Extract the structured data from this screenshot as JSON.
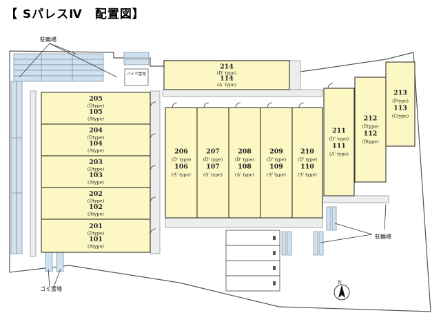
{
  "title": "【 SパレスⅣ　配置図】",
  "labels": {
    "bike_parking": "駐輪場",
    "motorbike_parking": "バイク置場",
    "trash": "ゴミ置場"
  },
  "units": [
    {
      "lines": [
        "205",
        "(Dtype)",
        "105",
        "(Atype)"
      ]
    },
    {
      "lines": [
        "204",
        "(Dtype)",
        "104",
        "(Atype)"
      ]
    },
    {
      "lines": [
        "203",
        "(Dtype)",
        "103",
        "(Atype)"
      ]
    },
    {
      "lines": [
        "202",
        "(Dtype)",
        "102",
        "(Atype)"
      ]
    },
    {
      "lines": [
        "201",
        "(Dtype)",
        "101",
        "(Atype)"
      ]
    },
    {
      "lines": [
        "214",
        "(D' type)",
        "114",
        "(A' type)"
      ]
    },
    {
      "lines": [
        "206",
        "(D' type)",
        "106",
        "(A' type)"
      ]
    },
    {
      "lines": [
        "207",
        "(D' type)",
        "107",
        "(A' type)"
      ]
    },
    {
      "lines": [
        "208",
        "(D' type)",
        "108",
        "(A' type)"
      ]
    },
    {
      "lines": [
        "209",
        "(D' type)",
        "109",
        "(A' type)"
      ]
    },
    {
      "lines": [
        "210",
        "(D' type)",
        "110",
        "(A' type)"
      ]
    },
    {
      "lines": [
        "211",
        "(D' type)",
        "111",
        "(A' type)"
      ]
    },
    {
      "lines": [
        "212",
        "(Etype)",
        "112",
        "(Btype)"
      ]
    },
    {
      "lines": [
        "213",
        "(Ftype)",
        "113",
        "(Ctype)"
      ]
    }
  ],
  "colors": {
    "unit_fill": "#fdf7c4",
    "parking_fill": "#cfe0ef",
    "corridor_fill": "#ededed",
    "line": "#333333"
  },
  "icons": {
    "north": "north-arrow-icon"
  }
}
